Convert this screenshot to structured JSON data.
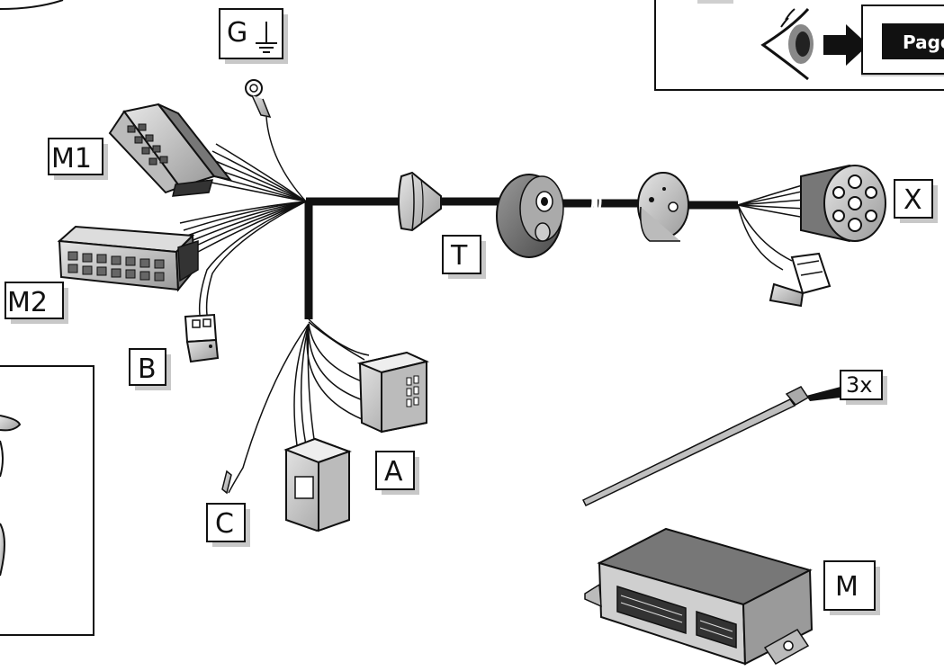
{
  "labels": {
    "g": "G",
    "m1": "M1",
    "m2": "M2",
    "b": "B",
    "t": "T",
    "x": "X",
    "a": "A",
    "c": "C",
    "three_x": "3x",
    "m": "M"
  },
  "note": {
    "page": "Page"
  },
  "icons": {
    "ground": "ground-symbol-icon",
    "eye": "eye-icon",
    "arrow": "right-arrow-icon"
  }
}
